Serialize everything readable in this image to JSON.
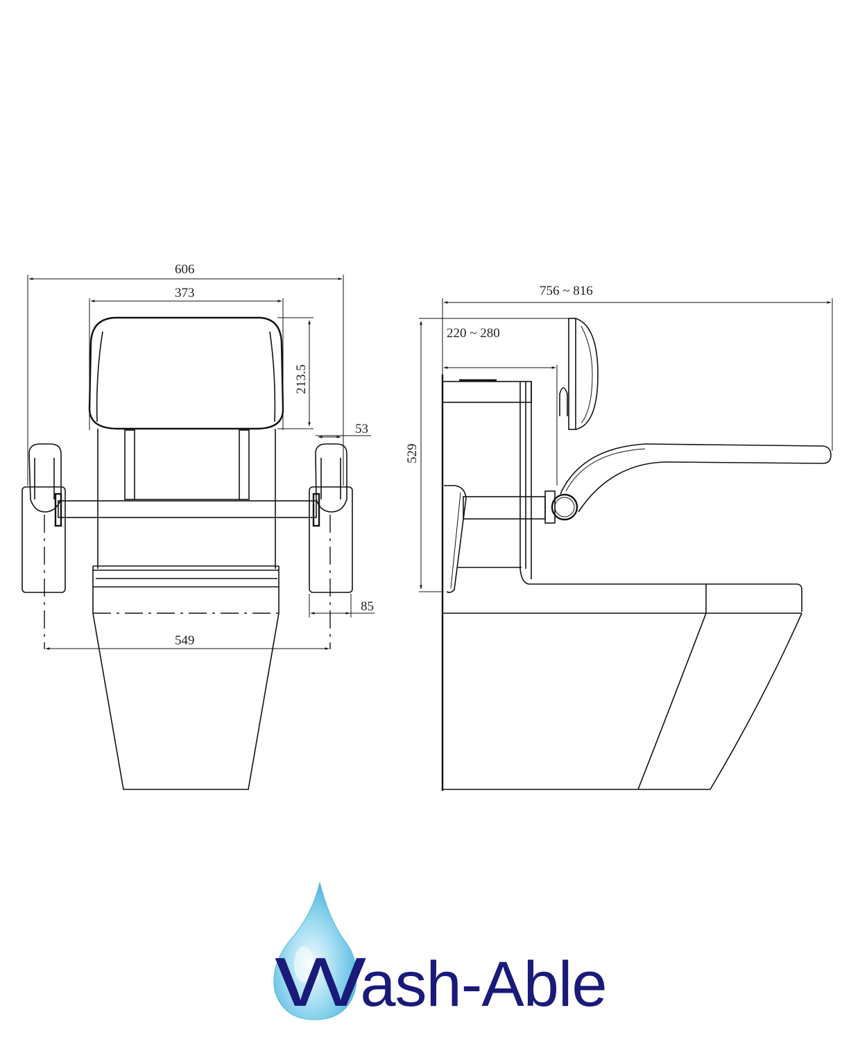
{
  "front_view": {
    "dimensions": {
      "overall_width": "606",
      "backrest_width": "373",
      "backrest_height": "213.5",
      "armrest_offset": "53",
      "armrest_depth": "85",
      "armrest_center_width": "549"
    }
  },
  "side_view": {
    "dimensions": {
      "overall_depth": "756 ~ 816",
      "backrest_projection": "220 ~ 280",
      "height": "529"
    }
  },
  "logo": {
    "brand_text": "ash-Able",
    "initial": "W",
    "full_name": "Wash-Able",
    "text_color": "#1a1a7a",
    "drop_color": "#6cc6e6"
  }
}
